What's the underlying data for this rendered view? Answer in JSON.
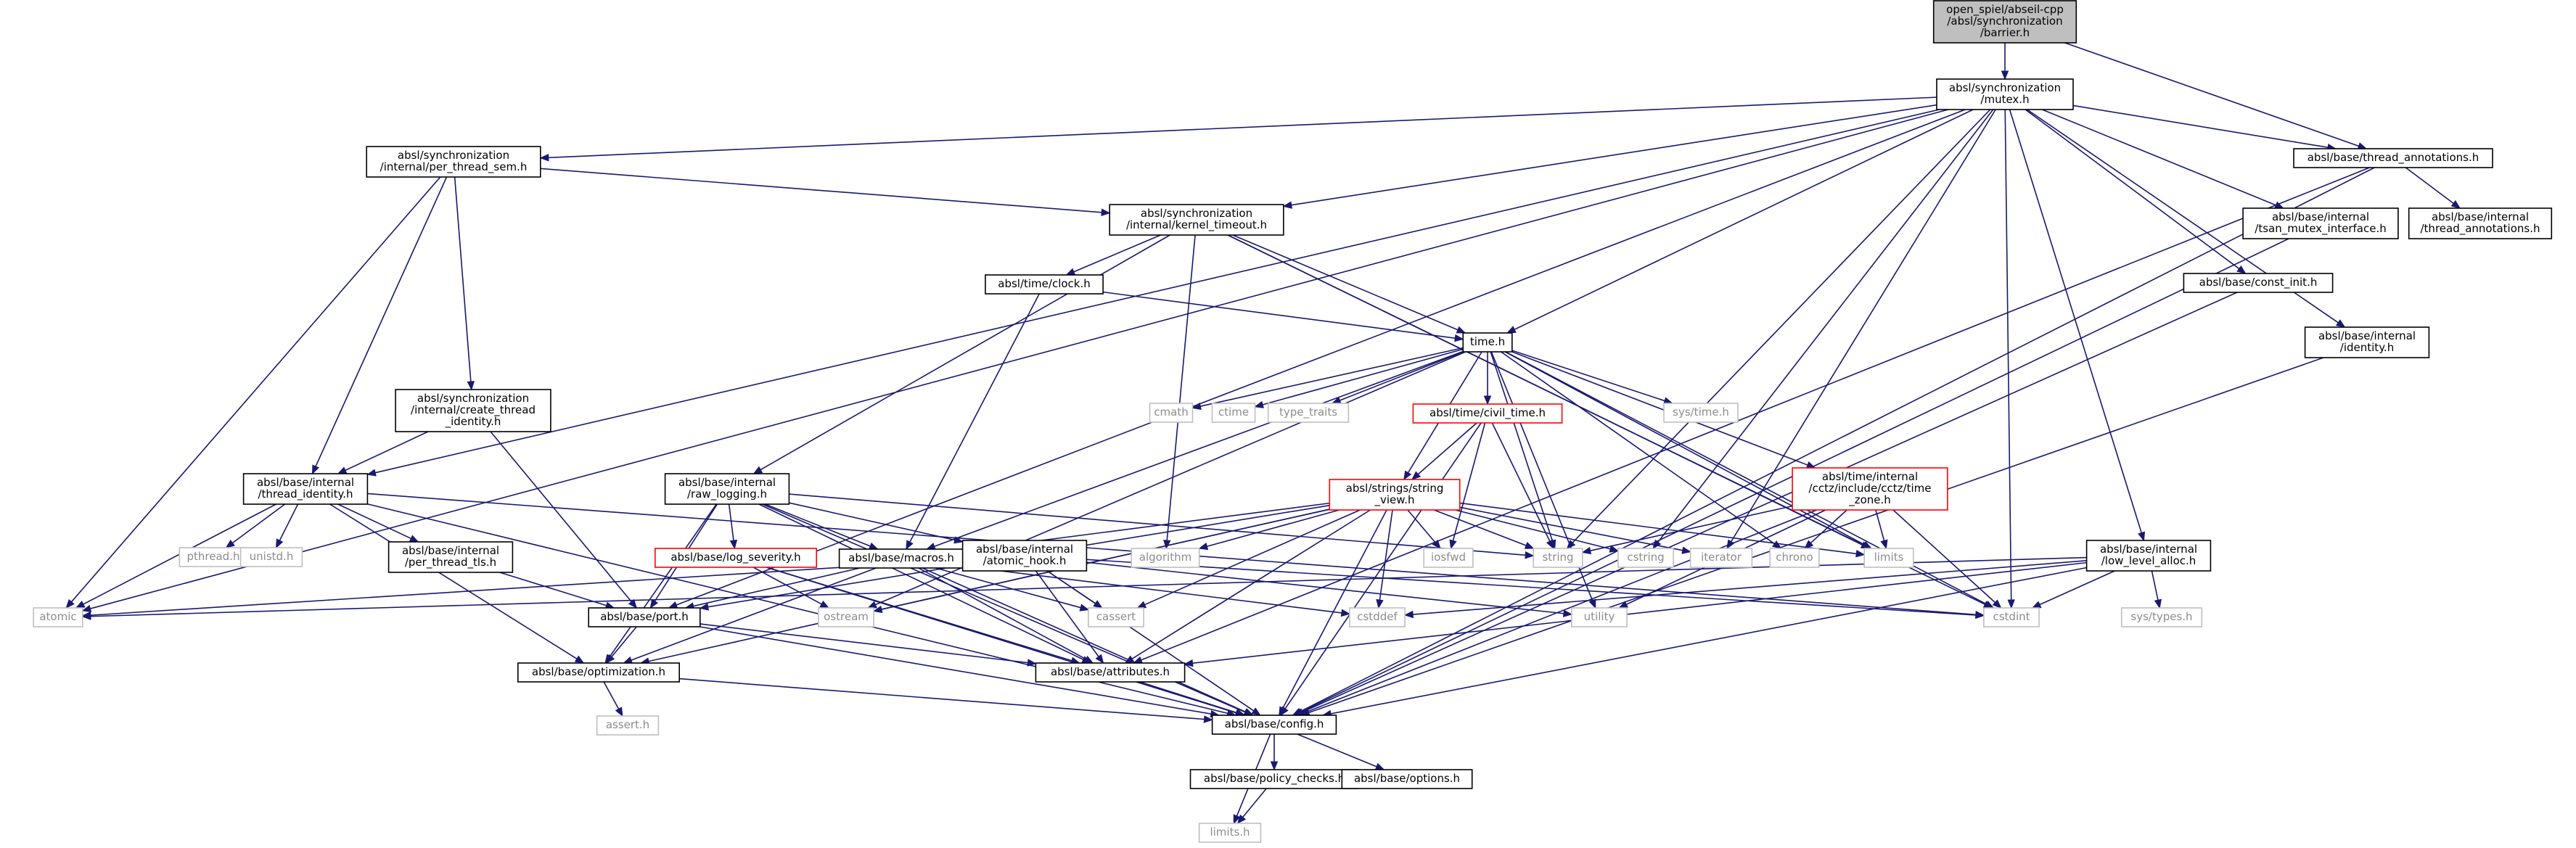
{
  "diagram": {
    "nodes": [
      {
        "id": "barrier",
        "lines": [
          "open_spiel/abseil-cpp",
          "/absl/synchronization",
          "/barrier.h"
        ],
        "style": "root"
      },
      {
        "id": "mutex",
        "lines": [
          "absl/synchronization",
          "/mutex.h"
        ],
        "style": "normal"
      },
      {
        "id": "thread_annotations",
        "lines": [
          "absl/base/thread_annotations.h"
        ],
        "style": "normal"
      },
      {
        "id": "per_thread_sem",
        "lines": [
          "absl/synchronization",
          "/internal/per_thread_sem.h"
        ],
        "style": "normal"
      },
      {
        "id": "kernel_timeout",
        "lines": [
          "absl/synchronization",
          "/internal/kernel_timeout.h"
        ],
        "style": "normal"
      },
      {
        "id": "tsan_mutex",
        "lines": [
          "absl/base/internal",
          "/tsan_mutex_interface.h"
        ],
        "style": "normal"
      },
      {
        "id": "internal_thread_ann",
        "lines": [
          "absl/base/internal",
          "/thread_annotations.h"
        ],
        "style": "normal"
      },
      {
        "id": "const_init",
        "lines": [
          "absl/base/const_init.h"
        ],
        "style": "normal"
      },
      {
        "id": "internal_identity",
        "lines": [
          "absl/base/internal",
          "/identity.h"
        ],
        "style": "normal"
      },
      {
        "id": "clock",
        "lines": [
          "absl/time/clock.h"
        ],
        "style": "normal"
      },
      {
        "id": "time",
        "lines": [
          "time.h"
        ],
        "style": "normal"
      },
      {
        "id": "create_thread_identity",
        "lines": [
          "absl/synchronization",
          "/internal/create_thread",
          "_identity.h"
        ],
        "style": "normal"
      },
      {
        "id": "thread_identity",
        "lines": [
          "absl/base/internal",
          "/thread_identity.h"
        ],
        "style": "normal"
      },
      {
        "id": "raw_logging",
        "lines": [
          "absl/base/internal",
          "/raw_logging.h"
        ],
        "style": "normal"
      },
      {
        "id": "civil_time",
        "lines": [
          "absl/time/civil_time.h"
        ],
        "style": "red"
      },
      {
        "id": "string_view",
        "lines": [
          "absl/strings/string",
          "_view.h"
        ],
        "style": "red"
      },
      {
        "id": "cctz_time_zone",
        "lines": [
          "absl/time/internal",
          "/cctz/include/cctz/time",
          "_zone.h"
        ],
        "style": "red"
      },
      {
        "id": "low_level_alloc",
        "lines": [
          "absl/base/internal",
          "/low_level_alloc.h"
        ],
        "style": "normal"
      },
      {
        "id": "per_thread_tls",
        "lines": [
          "absl/base/internal",
          "/per_thread_tls.h"
        ],
        "style": "normal"
      },
      {
        "id": "log_severity",
        "lines": [
          "absl/base/log_severity.h"
        ],
        "style": "red"
      },
      {
        "id": "macros",
        "lines": [
          "absl/base/macros.h"
        ],
        "style": "normal"
      },
      {
        "id": "atomic_hook",
        "lines": [
          "absl/base/internal",
          "/atomic_hook.h"
        ],
        "style": "normal"
      },
      {
        "id": "port",
        "lines": [
          "absl/base/port.h"
        ],
        "style": "normal"
      },
      {
        "id": "optimization",
        "lines": [
          "absl/base/optimization.h"
        ],
        "style": "normal"
      },
      {
        "id": "attributes",
        "lines": [
          "absl/base/attributes.h"
        ],
        "style": "normal"
      },
      {
        "id": "config",
        "lines": [
          "absl/base/config.h"
        ],
        "style": "normal"
      },
      {
        "id": "policy_checks",
        "lines": [
          "absl/base/policy_checks.h"
        ],
        "style": "normal"
      },
      {
        "id": "options",
        "lines": [
          "absl/base/options.h"
        ],
        "style": "normal"
      },
      {
        "id": "atomic",
        "lines": [
          "atomic"
        ],
        "style": "gray"
      },
      {
        "id": "pthread",
        "lines": [
          "pthread.h"
        ],
        "style": "gray"
      },
      {
        "id": "unistd",
        "lines": [
          "unistd.h"
        ],
        "style": "gray"
      },
      {
        "id": "cmath",
        "lines": [
          "cmath"
        ],
        "style": "gray"
      },
      {
        "id": "ctime",
        "lines": [
          "ctime"
        ],
        "style": "gray"
      },
      {
        "id": "type_traits",
        "lines": [
          "type_traits"
        ],
        "style": "gray"
      },
      {
        "id": "sys_time",
        "lines": [
          "sys/time.h"
        ],
        "style": "gray"
      },
      {
        "id": "algorithm",
        "lines": [
          "algorithm"
        ],
        "style": "gray"
      },
      {
        "id": "string",
        "lines": [
          "string"
        ],
        "style": "gray"
      },
      {
        "id": "iosfwd",
        "lines": [
          "iosfwd"
        ],
        "style": "gray"
      },
      {
        "id": "cstring",
        "lines": [
          "cstring"
        ],
        "style": "gray"
      },
      {
        "id": "iterator",
        "lines": [
          "iterator"
        ],
        "style": "gray"
      },
      {
        "id": "chrono",
        "lines": [
          "chrono"
        ],
        "style": "gray"
      },
      {
        "id": "limits",
        "lines": [
          "limits"
        ],
        "style": "gray"
      },
      {
        "id": "cstdint",
        "lines": [
          "cstdint"
        ],
        "style": "gray"
      },
      {
        "id": "sys_types",
        "lines": [
          "sys/types.h"
        ],
        "style": "gray"
      },
      {
        "id": "ostream",
        "lines": [
          "ostream"
        ],
        "style": "gray"
      },
      {
        "id": "cassert",
        "lines": [
          "cassert"
        ],
        "style": "gray"
      },
      {
        "id": "cstddef",
        "lines": [
          "cstddef"
        ],
        "style": "gray"
      },
      {
        "id": "utility",
        "lines": [
          "utility"
        ],
        "style": "gray"
      },
      {
        "id": "assert_h",
        "lines": [
          "assert.h"
        ],
        "style": "gray"
      },
      {
        "id": "limits_h",
        "lines": [
          "limits.h"
        ],
        "style": "gray"
      }
    ],
    "edges": [
      [
        "barrier",
        "mutex"
      ],
      [
        "barrier",
        "thread_annotations"
      ],
      [
        "mutex",
        "atomic"
      ],
      [
        "mutex",
        "port"
      ],
      [
        "mutex",
        "thread_identity"
      ],
      [
        "mutex",
        "per_thread_sem"
      ],
      [
        "mutex",
        "kernel_timeout"
      ],
      [
        "mutex",
        "time"
      ],
      [
        "mutex",
        "string"
      ],
      [
        "mutex",
        "cstring"
      ],
      [
        "mutex",
        "iterator"
      ],
      [
        "mutex",
        "cstdint"
      ],
      [
        "mutex",
        "low_level_alloc"
      ],
      [
        "mutex",
        "thread_annotations"
      ],
      [
        "mutex",
        "tsan_mutex"
      ],
      [
        "mutex",
        "const_init"
      ],
      [
        "mutex",
        "internal_identity"
      ],
      [
        "thread_annotations",
        "internal_thread_ann"
      ],
      [
        "thread_annotations",
        "attributes"
      ],
      [
        "thread_annotations",
        "config"
      ],
      [
        "per_thread_sem",
        "atomic"
      ],
      [
        "per_thread_sem",
        "thread_identity"
      ],
      [
        "per_thread_sem",
        "create_thread_identity"
      ],
      [
        "per_thread_sem",
        "kernel_timeout"
      ],
      [
        "kernel_timeout",
        "raw_logging"
      ],
      [
        "kernel_timeout",
        "clock"
      ],
      [
        "kernel_timeout",
        "algorithm"
      ],
      [
        "kernel_timeout",
        "time"
      ],
      [
        "kernel_timeout",
        "limits"
      ],
      [
        "kernel_timeout",
        "cstdint"
      ],
      [
        "tsan_mutex",
        "config"
      ],
      [
        "const_init",
        "config"
      ],
      [
        "internal_identity",
        "config"
      ],
      [
        "clock",
        "macros"
      ],
      [
        "clock",
        "time"
      ],
      [
        "time",
        "ostream"
      ],
      [
        "time",
        "cmath"
      ],
      [
        "time",
        "ctime"
      ],
      [
        "time",
        "type_traits"
      ],
      [
        "time",
        "sys_time"
      ],
      [
        "time",
        "macros"
      ],
      [
        "time",
        "civil_time"
      ],
      [
        "time",
        "string_view"
      ],
      [
        "time",
        "string"
      ],
      [
        "time",
        "cctz_time_zone"
      ],
      [
        "time",
        "chrono"
      ],
      [
        "time",
        "limits"
      ],
      [
        "time",
        "cstdint"
      ],
      [
        "time",
        "utility"
      ],
      [
        "create_thread_identity",
        "thread_identity"
      ],
      [
        "create_thread_identity",
        "port"
      ],
      [
        "thread_identity",
        "pthread"
      ],
      [
        "thread_identity",
        "unistd"
      ],
      [
        "thread_identity",
        "atomic"
      ],
      [
        "thread_identity",
        "per_thread_tls"
      ],
      [
        "thread_identity",
        "optimization"
      ],
      [
        "thread_identity",
        "config"
      ],
      [
        "thread_identity",
        "cstdint"
      ],
      [
        "raw_logging",
        "string"
      ],
      [
        "raw_logging",
        "log_severity"
      ],
      [
        "raw_logging",
        "macros"
      ],
      [
        "raw_logging",
        "atomic_hook"
      ],
      [
        "raw_logging",
        "port"
      ],
      [
        "raw_logging",
        "optimization"
      ],
      [
        "raw_logging",
        "attributes"
      ],
      [
        "raw_logging",
        "config"
      ],
      [
        "civil_time",
        "string_view"
      ],
      [
        "civil_time",
        "string"
      ],
      [
        "civil_time",
        "iosfwd"
      ],
      [
        "civil_time",
        "config"
      ],
      [
        "string_view",
        "algorithm"
      ],
      [
        "string_view",
        "iosfwd"
      ],
      [
        "string_view",
        "string"
      ],
      [
        "string_view",
        "cstring"
      ],
      [
        "string_view",
        "iterator"
      ],
      [
        "string_view",
        "limits"
      ],
      [
        "string_view",
        "macros"
      ],
      [
        "string_view",
        "port"
      ],
      [
        "string_view",
        "optimization"
      ],
      [
        "string_view",
        "attributes"
      ],
      [
        "string_view",
        "config"
      ],
      [
        "string_view",
        "cassert"
      ],
      [
        "string_view",
        "cstddef"
      ],
      [
        "string_view",
        "ostream"
      ],
      [
        "cctz_time_zone",
        "string"
      ],
      [
        "cctz_time_zone",
        "chrono"
      ],
      [
        "cctz_time_zone",
        "limits"
      ],
      [
        "cctz_time_zone",
        "cstdint"
      ],
      [
        "cctz_time_zone",
        "utility"
      ],
      [
        "cctz_time_zone",
        "config"
      ],
      [
        "low_level_alloc",
        "atomic"
      ],
      [
        "low_level_alloc",
        "cstddef"
      ],
      [
        "low_level_alloc",
        "cstdint"
      ],
      [
        "low_level_alloc",
        "sys_types"
      ],
      [
        "low_level_alloc",
        "attributes"
      ],
      [
        "low_level_alloc",
        "config"
      ],
      [
        "per_thread_tls",
        "port"
      ],
      [
        "log_severity",
        "ostream"
      ],
      [
        "log_severity",
        "attributes"
      ],
      [
        "log_severity",
        "config"
      ],
      [
        "macros",
        "cassert"
      ],
      [
        "macros",
        "cstddef"
      ],
      [
        "macros",
        "attributes"
      ],
      [
        "macros",
        "config"
      ],
      [
        "macros",
        "optimization"
      ],
      [
        "macros",
        "port"
      ],
      [
        "atomic_hook",
        "atomic"
      ],
      [
        "atomic_hook",
        "cassert"
      ],
      [
        "atomic_hook",
        "cstdint"
      ],
      [
        "atomic_hook",
        "utility"
      ],
      [
        "atomic_hook",
        "attributes"
      ],
      [
        "atomic_hook",
        "config"
      ],
      [
        "port",
        "attributes"
      ],
      [
        "port",
        "config"
      ],
      [
        "port",
        "optimization"
      ],
      [
        "optimization",
        "assert_h"
      ],
      [
        "optimization",
        "config"
      ],
      [
        "attributes",
        "config"
      ],
      [
        "config",
        "limits_h"
      ],
      [
        "config",
        "policy_checks"
      ],
      [
        "config",
        "options"
      ],
      [
        "policy_checks",
        "limits_h"
      ]
    ]
  }
}
